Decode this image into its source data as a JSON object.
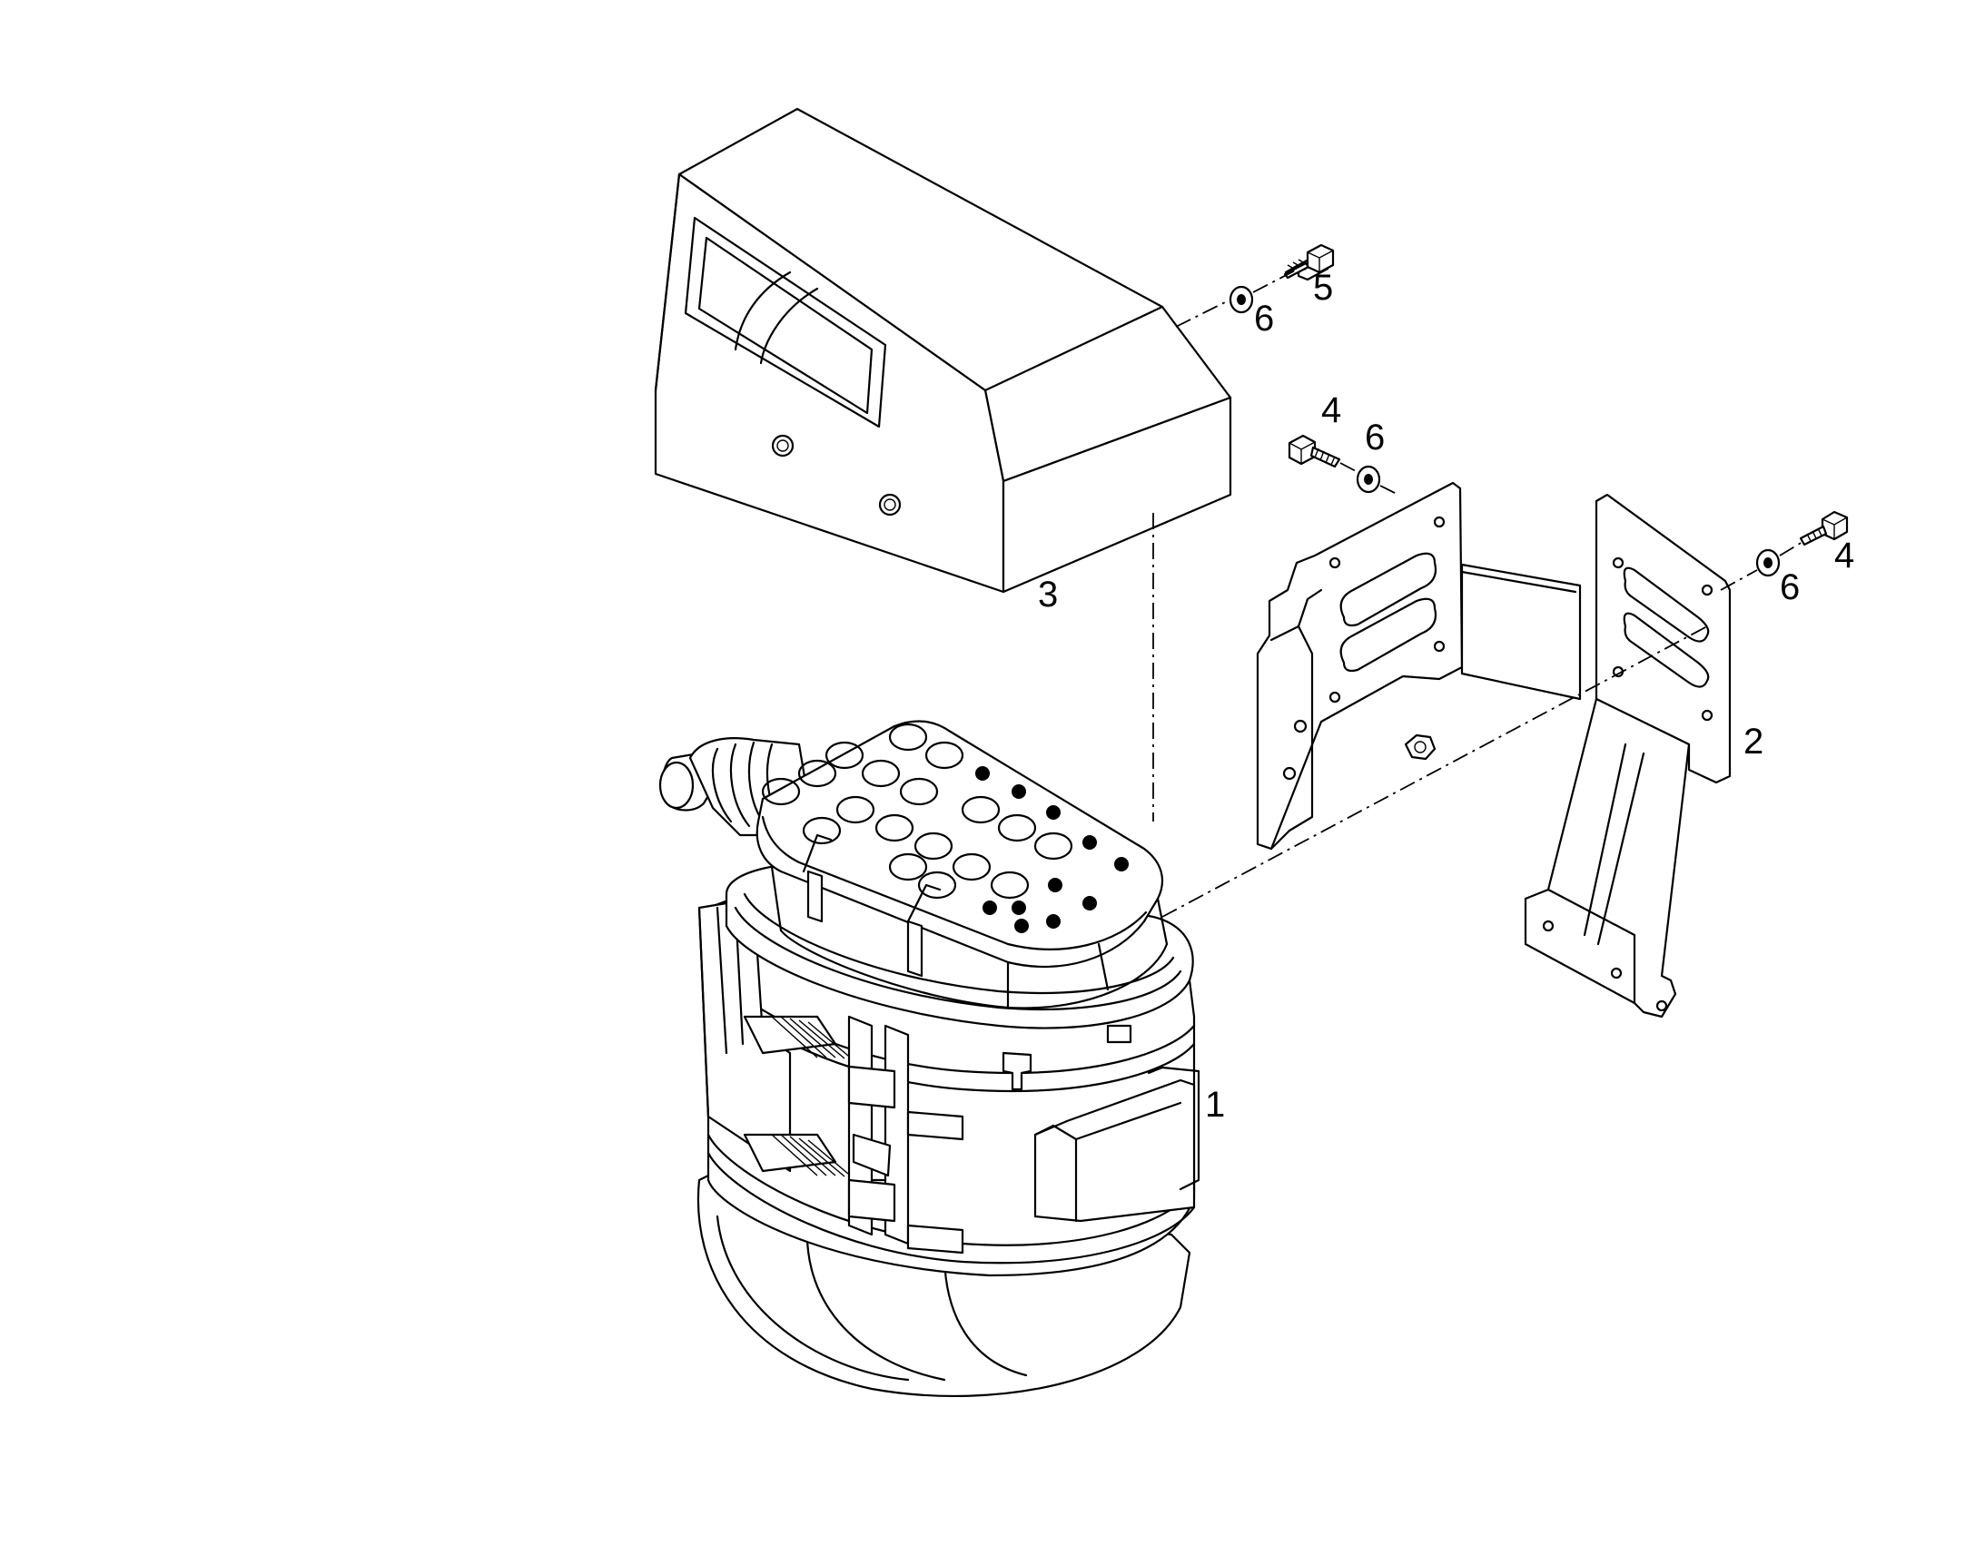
{
  "diagram": {
    "callouts": {
      "filter_assembly": "1",
      "mounting_bracket": "2",
      "filter_cover": "3",
      "bolt_upper_left": "4",
      "bolt_right": "4",
      "bolt_cover": "5",
      "washer_cover": "6",
      "washer_upper_left": "6",
      "washer_right": "6"
    }
  }
}
